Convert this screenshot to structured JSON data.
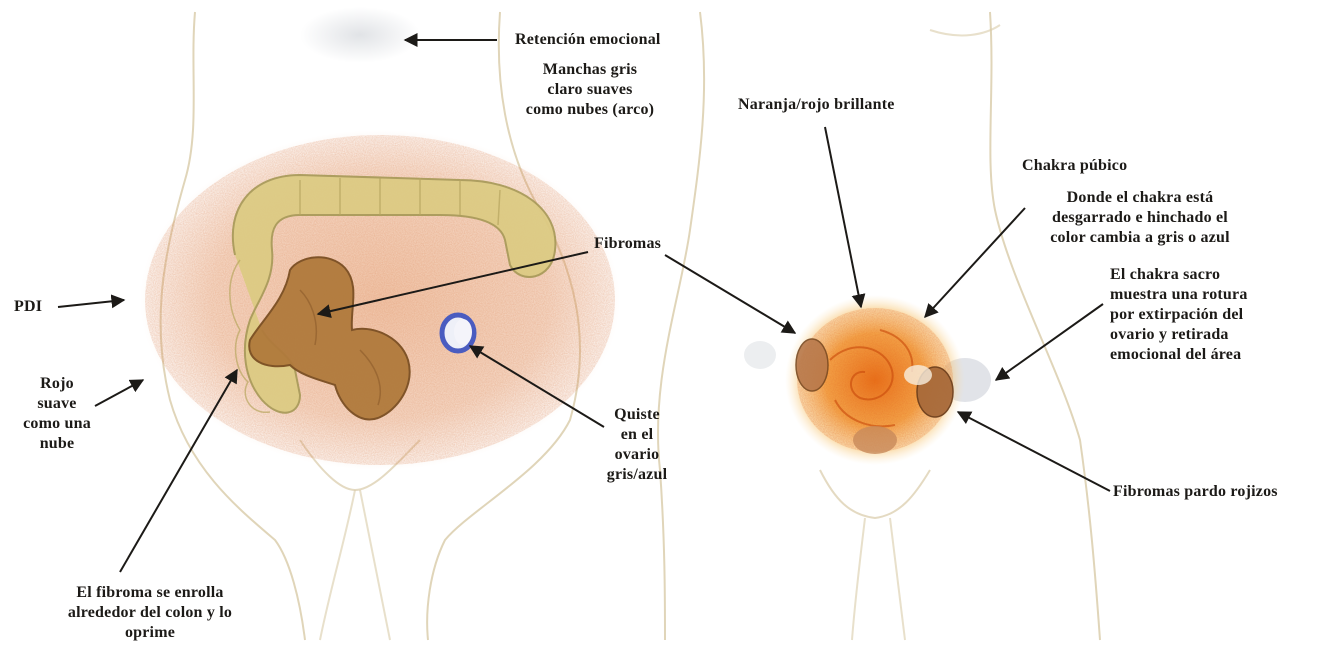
{
  "labels": {
    "retencion": "Retención emocional",
    "manchas": [
      "Manchas gris",
      "claro suaves",
      "como nubes (arco)"
    ],
    "naranja": "Naranja/rojo brillante",
    "chakra_pubico": "Chakra púbico",
    "donde_chakra": [
      "Donde el chakra está",
      "desgarrado e hinchado el",
      "color cambia a gris o azul"
    ],
    "fibromas": "Fibromas",
    "pdi": "PDI",
    "rojo_suave": [
      "Rojo",
      "suave",
      "como una",
      "nube"
    ],
    "quiste": [
      "Quiste",
      "en el",
      "ovario",
      "gris/azul"
    ],
    "chakra_sacro": [
      "El chakra sacro",
      "muestra una rotura",
      "por extirpación del",
      "ovario y retirada",
      "emocional del área"
    ],
    "fibromas_pardo": "Fibromas pardo rojizos",
    "fibroma_colon": [
      "El fibroma se enrolla",
      "alrededor del colon y lo",
      "oprime"
    ]
  },
  "colors": {
    "aura_orange": "#e8a070",
    "colon_yellow": "#dccb82",
    "fibroid_brown": "#b07a3c",
    "cyst_blue": "#4a5cc0",
    "chakra_orange": "#f08a20",
    "ink": "#1c1a17"
  }
}
